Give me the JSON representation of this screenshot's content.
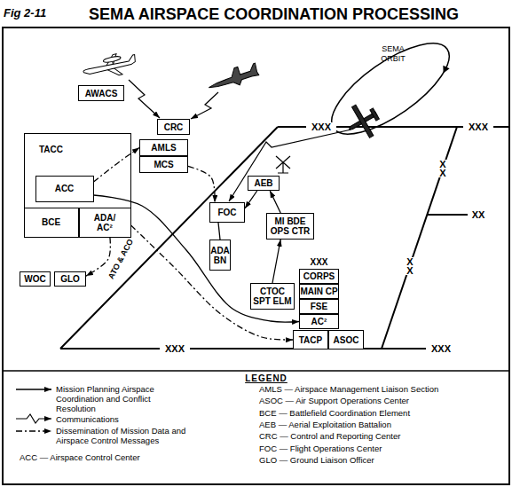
{
  "diagram": {
    "title": "SEMA AIRSPACE COORDINATION PROCESSING",
    "nodes": [
      {
        "text": [
          "AWACS"
        ]
      },
      {
        "text": [
          "CRC"
        ]
      },
      {
        "text": [
          "AMLS"
        ]
      },
      {
        "text": [
          "MCS"
        ]
      },
      {
        "text": [
          "TACC"
        ]
      },
      {
        "text": [
          "ACC"
        ],
        "in": 4
      },
      {
        "text": [
          "BCE"
        ],
        "in": 4
      },
      {
        "text": [
          "ADA/ AC²"
        ],
        "in": 4
      },
      {
        "text": [
          "WOC"
        ]
      },
      {
        "text": [
          "GLO"
        ]
      },
      {
        "text": [
          "FOC"
        ]
      },
      {
        "text": [
          "AEB"
        ]
      },
      {
        "text": [
          "MI BDE OPS CTR"
        ]
      },
      {
        "text": [
          "ADA BN"
        ]
      },
      {
        "text": [
          "CTOC SPT ELM"
        ]
      },
      {
        "text": [
          "XXX",
          "CORPS"
        ]
      },
      {
        "text": [
          "MAIN CP"
        ]
      },
      {
        "text": [
          "FSE"
        ]
      },
      {
        "text": [
          "AC²"
        ]
      },
      {
        "text": [
          "TACP"
        ]
      },
      {
        "text": [
          "ASOC"
        ]
      }
    ],
    "edges": [
      {
        "from": 5,
        "to": 2,
        "arrow": "to"
      },
      {
        "from": 5,
        "to": 18,
        "arrow": "to"
      },
      {
        "from": 7,
        "to": 9,
        "label": "ATO & ACO",
        "arrow": "to"
      },
      {
        "from": 7,
        "to": 19,
        "arrow": "to"
      },
      {
        "from": 3,
        "to": 10,
        "arrow": "to"
      },
      {
        "from": 11,
        "to": 10,
        "arrow": "to"
      },
      {
        "from": 12,
        "to": 11,
        "arrow": "to"
      },
      {
        "from": 14,
        "to": 12,
        "arrow": "to"
      },
      {
        "from": 10,
        "to": 13,
        "arrow": "none"
      }
    ],
    "labels": [
      "Fig 2-11",
      "XXX",
      "XXX",
      "X X",
      "XX",
      "X X",
      "XXX",
      "XXX",
      "SEMA ORBIT",
      "LEGEND"
    ],
    "legend": [
      {
        "text": "Mission Planning Airspace Coordination and Conflict Resolution"
      },
      {
        "text": "Communications"
      },
      {
        "text": "Dissemination of Mission Data and Airspace Control Messages"
      },
      {
        "text": "ACC — Airspace Control Center"
      },
      {
        "text": "AMLS — Airspace Management Liaison Section"
      },
      {
        "text": "ASOC — Air Support Operations Center"
      },
      {
        "text": "BCE — Battlefield Coordination Element"
      },
      {
        "text": "AEB — Aerial Exploitation Battalion"
      },
      {
        "text": "CRC — Control and Reporting Center"
      },
      {
        "text": "FOC — Flight Operations Center"
      },
      {
        "text": "GLO — Ground Liaison Officer"
      }
    ]
  }
}
